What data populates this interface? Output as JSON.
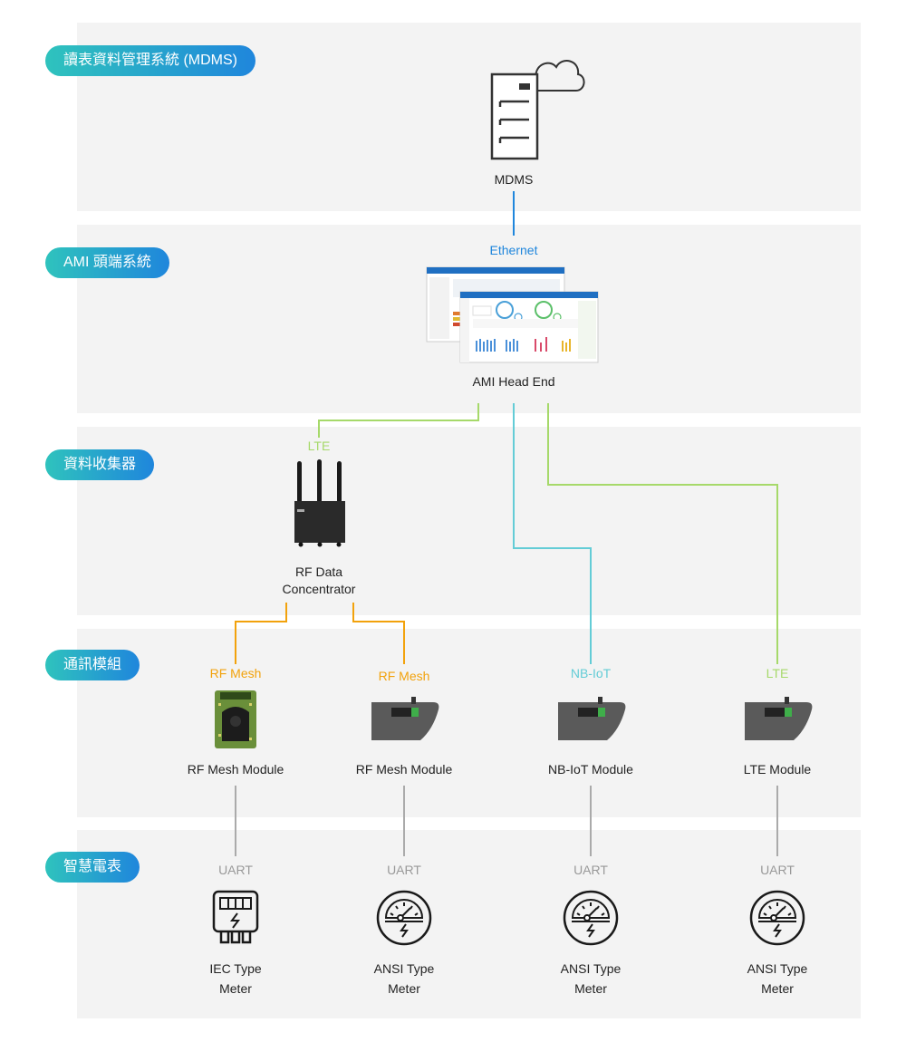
{
  "layers": [
    {
      "key": "mdms",
      "label": "讀表資料管理系統 (MDMS)"
    },
    {
      "key": "ami",
      "label": "AMI 頭端系統"
    },
    {
      "key": "collector",
      "label": "資料收集器"
    },
    {
      "key": "comm",
      "label": "通訊模組"
    },
    {
      "key": "meter",
      "label": "智慧電表"
    }
  ],
  "nodes": {
    "mdms": "MDMS",
    "head_end": "AMI Head End",
    "concentrator_line1": "RF Data",
    "concentrator_line2": "Concentrator",
    "modules": [
      "RF Mesh Module",
      "RF Mesh Module",
      "NB-IoT Module",
      "LTE Module"
    ],
    "meters": [
      {
        "line1": "IEC Type",
        "line2": "Meter"
      },
      {
        "line1": "ANSI Type",
        "line2": "Meter"
      },
      {
        "line1": "ANSI Type",
        "line2": "Meter"
      },
      {
        "line1": "ANSI Type",
        "line2": "Meter"
      }
    ]
  },
  "connections": {
    "ethernet": "Ethernet",
    "lte_collector": "LTE",
    "module_links": [
      "RF Mesh",
      "RF Mesh",
      "NB-IoT",
      "LTE"
    ],
    "uart": [
      "UART",
      "UART",
      "UART",
      "UART"
    ]
  },
  "colors": {
    "ethernet": "#1f86dc",
    "lte": "#a6d96a",
    "rf_mesh": "#f2a20c",
    "nb_iot": "#63ccd6",
    "uart": "#999999",
    "pill_start": "#2fc3bd",
    "pill_end": "#1f86dc"
  },
  "icons": {
    "mdms": "server-cloud-icon",
    "head_end": "dashboard-screenshot-icon",
    "concentrator": "router-antenna-icon",
    "rf_board": "circuit-board-icon",
    "module": "module-housing-icon",
    "iec_meter": "iec-meter-icon",
    "ansi_meter": "ansi-meter-icon"
  }
}
